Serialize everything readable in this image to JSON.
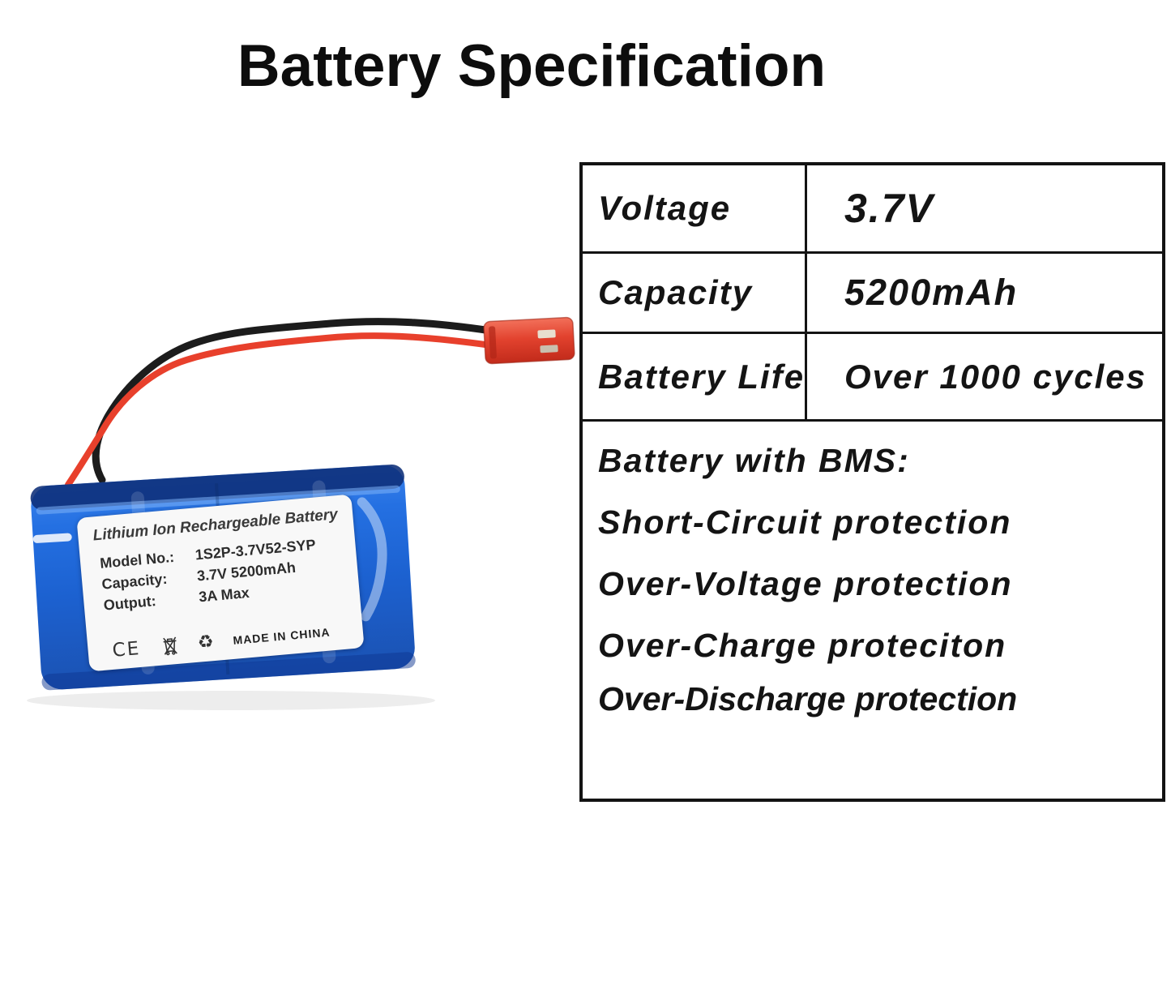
{
  "title": "Battery Specification",
  "spec_table": {
    "rows": [
      {
        "label": "Voltage",
        "value": "3.7V"
      },
      {
        "label": "Capacity",
        "value": "5200mAh"
      },
      {
        "label": "Battery Life",
        "value": "Over 1000 cycles"
      }
    ],
    "bms": {
      "heading": "Battery with BMS:",
      "items": [
        "Short-Circuit protection",
        "Over-Voltage protection",
        "Over-Charge proteciton",
        "Over-Discharge protection"
      ]
    }
  },
  "battery_label": {
    "title": "Lithium Ion Rechargeable Battery",
    "rows": [
      {
        "label": "Model No.:",
        "value": "1S2P-3.7V52-SYP"
      },
      {
        "label": "Capacity:",
        "value": "3.7V 5200mAh"
      },
      {
        "label": "Output:",
        "value": "3A Max"
      }
    ],
    "ce_mark": "CE",
    "recycle_symbol": "♻",
    "origin": "MADE IN CHINA",
    "icons": [
      "ce-mark",
      "weee-bin-icon",
      "recycle-icon"
    ]
  },
  "colors": {
    "pack_blue": "#2470e2",
    "pack_blue_dark": "#0c2e78",
    "wire_black": "#1c1c1c",
    "wire_red": "#e8402c",
    "connector_red": "#e2422e",
    "table_border": "#131313",
    "text": "#141414"
  }
}
